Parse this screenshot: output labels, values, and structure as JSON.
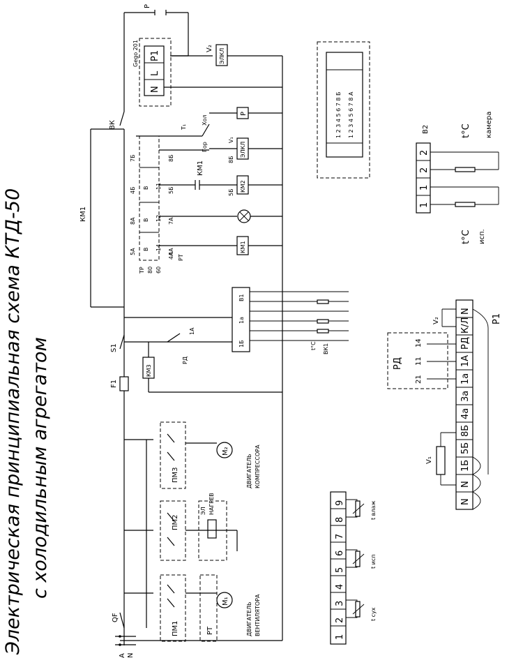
{
  "title": {
    "line1": "Электрическая принципиальная схема КТД-50",
    "line2": "с холодильным агрегатом"
  },
  "power": {
    "phase_a": "A",
    "neutral": "N",
    "breaker": "QF",
    "fuse": "F1",
    "switch": "S1"
  },
  "motors": {
    "fan_contactor": "ПМ1",
    "fan_relay": "РТ",
    "fan_motor": "M₁",
    "fan_label": [
      "ДВИГАТЕЛЬ",
      "ВЕНТИЛЯТОРА"
    ],
    "heater_contactor": "ПМ2",
    "heater_label": [
      "ЭЛ",
      "НАГРЕВ"
    ],
    "comp_contactor": "ПМ3",
    "comp_motor": "M₂",
    "comp_label": [
      "ДВИГАТЕЛЬ",
      "КОМПРЕССОРА"
    ]
  },
  "control": {
    "gego": "Gego 201",
    "gego_terms": [
      "N",
      "L",
      "P1"
    ],
    "p_top": "P",
    "valve2_label": "V₂",
    "valve_coil": "ЭЛКЛ",
    "vk": "ВК",
    "km1": "КМ1",
    "t1": "T₁",
    "xol": "Хол",
    "gor": "Гор",
    "v1": "V₁",
    "p_box": "P",
    "km2": "КМ2",
    "km3": "КМ3",
    "rd": "РД",
    "vk1": "ВК1",
    "tc": "t°C",
    "ra_terms": {
      "b1": "В1",
      "a1": "1а",
      "b16": "1Б",
      "a1b": "1А"
    },
    "relay_rows": [
      "ТР",
      "80",
      "60",
      "4А",
      "РТ"
    ],
    "row_top": [
      "7Б",
      "4Б",
      "8А",
      "5А"
    ],
    "row_bot": [
      "8Б",
      "5Б",
      "7А",
      "4А"
    ],
    "row_5b": "5Б",
    "row_8b": "8Б",
    "inner": [
      "В",
      "11",
      "В",
      "12",
      "В",
      "14"
    ]
  },
  "connector": {
    "rows": [
      "1 2 3 4 5 6 7 8 Б",
      "1 2 3 4 5 6 7 8 А"
    ]
  },
  "b2": {
    "name": "В2",
    "cells": [
      "2",
      "2",
      "1",
      "1"
    ],
    "tc1": "t°C",
    "label1": "камера",
    "tc2": "t°C",
    "label2": "исп."
  },
  "terminal_block": {
    "cells": [
      "N",
      "N",
      "1Б",
      "5Б",
      "8Б",
      "4а",
      "3а",
      "1а",
      "1А",
      "РД",
      "К/Л",
      "N"
    ],
    "rd_box": "РД",
    "rd_pins": [
      "21",
      "11",
      "14"
    ],
    "v1": "V₁",
    "v2": "V₂",
    "p1": "P1"
  },
  "sensor_block": {
    "cells": [
      "1",
      "2",
      "3",
      "4",
      "5",
      "6",
      "7",
      "8",
      "9"
    ],
    "labels": [
      "t сух",
      "t исп",
      "t влаж"
    ]
  }
}
